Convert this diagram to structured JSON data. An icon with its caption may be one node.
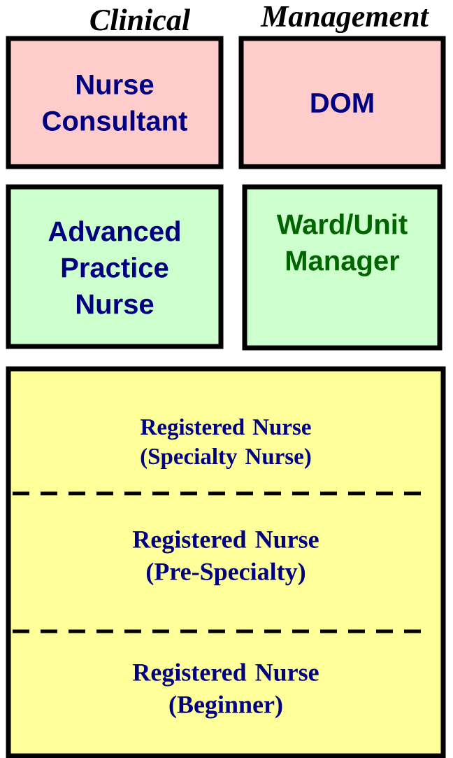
{
  "diagram": {
    "nodes": [
      {
        "text": [
          "Nurse Consultant"
        ]
      },
      {
        "text": [
          "DOM"
        ]
      },
      {
        "text": [
          "Advanced Practice Nurse"
        ]
      },
      {
        "text": [
          "Ward/Unit Manager"
        ]
      },
      {
        "text": [],
        "shape": "box"
      },
      {
        "text": [
          "Registered Nurse (Specialty Nurse)"
        ],
        "in": 4
      },
      {
        "text": [
          "Registered Nurse (Pre-Specialty)"
        ],
        "in": 4
      },
      {
        "text": [
          "Registered Nurse (Beginner)"
        ],
        "in": 4
      }
    ],
    "labels": [
      "Clinical",
      "Management"
    ]
  }
}
